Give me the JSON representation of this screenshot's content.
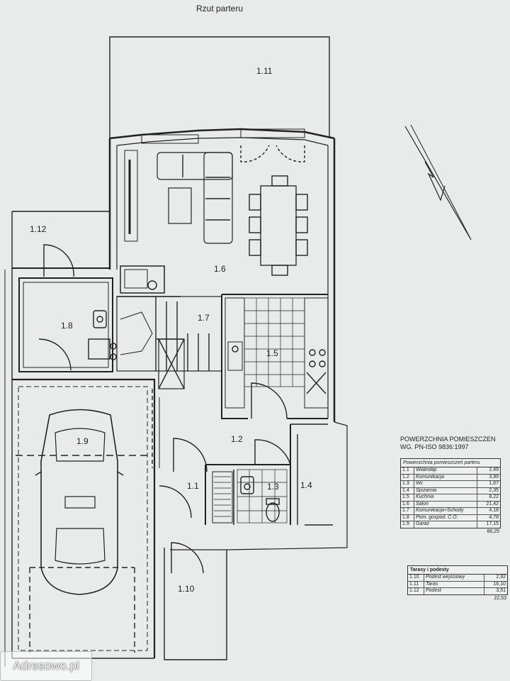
{
  "title": "Rzut parteru",
  "rooms": {
    "r1_1": "1.1",
    "r1_2": "1.2",
    "r1_3": "1.3",
    "r1_4": "1.4",
    "r1_5": "1.5",
    "r1_6": "1.6",
    "r1_7": "1.7",
    "r1_8": "1.8",
    "r1_9": "1.9",
    "r1_10": "1.10",
    "r1_11": "1.11",
    "r1_12": "1.12"
  },
  "area_table": {
    "heading_line1": "POWERZCHNIA POMIESZCZEN",
    "heading_line2": "WG. PN-ISO 9836:1997",
    "caption": "Powierzchnia pomieszczeń parteru",
    "rows": [
      {
        "id": "1.1",
        "name": "Wiatrołap",
        "area": "2,49"
      },
      {
        "id": "1.2",
        "name": "Komunikacja",
        "area": "3,99"
      },
      {
        "id": "1.3",
        "name": "Wc",
        "area": "1,67"
      },
      {
        "id": "1.4",
        "name": "Spiżarnia",
        "area": "2,35"
      },
      {
        "id": "1.5",
        "name": "Kuchnia",
        "area": "8,22"
      },
      {
        "id": "1.6",
        "name": "Salon",
        "area": "21,42"
      },
      {
        "id": "1.7",
        "name": "Komunikacja+Schody",
        "area": "4,18"
      },
      {
        "id": "1.8",
        "name": "Pom. gospod. C.O.",
        "area": "4,78"
      },
      {
        "id": "1.9",
        "name": "Garaż",
        "area": "17,15"
      }
    ],
    "total": "66,25"
  },
  "terrace_table": {
    "caption": "Tarasy i podesty",
    "rows": [
      {
        "id": "1.10",
        "name": "Podest wejściowy",
        "area": "2,92"
      },
      {
        "id": "1.11",
        "name": "Taras",
        "area": "16,10"
      },
      {
        "id": "1.12",
        "name": "Podest",
        "area": "3,51"
      }
    ],
    "total": "22,53"
  },
  "watermark": "Adresowo.pl",
  "colors": {
    "ink": "#222222",
    "paper": "#e9eaea"
  }
}
